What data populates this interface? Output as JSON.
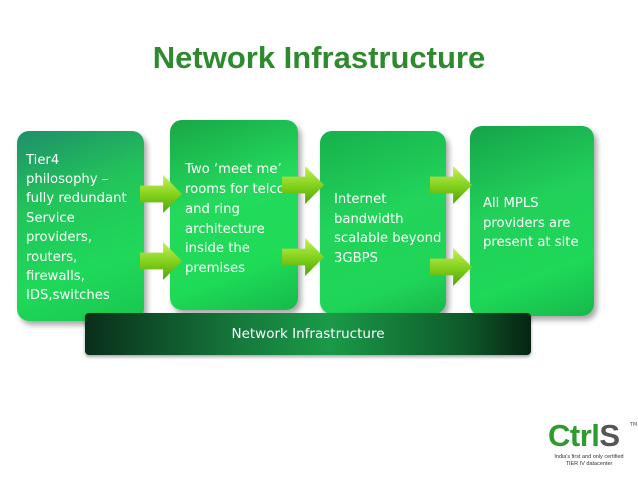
{
  "slide": {
    "title": "Network Infrastructure",
    "colors": {
      "title": "#2f8a2f",
      "box_green": "#1fd95a",
      "arrow_green": "#7fcf1a",
      "bar_dark": "#0a2e1a"
    }
  },
  "boxes": [
    {
      "lines": [
        "Tier4",
        "philosophy –",
        "fully redundant",
        "Service",
        "providers,",
        "routers,",
        "firewalls,",
        "IDS,switches"
      ]
    },
    {
      "lines": [
        "Two ‘meet me’",
        "rooms for telco",
        "and ring",
        "architecture",
        "inside the",
        "premises"
      ]
    },
    {
      "lines": [
        "Internet",
        "bandwidth",
        "scalable beyond",
        "3GBPS"
      ]
    },
    {
      "lines": [
        "All MPLS",
        "providers are",
        "present at site"
      ]
    }
  ],
  "bar": {
    "label": "Network Infrastructure"
  },
  "logo": {
    "word_main": "Ctrl",
    "word_accent": "S",
    "tm": "TM",
    "tagline": [
      "India's first and only certified",
      "TIER IV datacenter"
    ]
  }
}
